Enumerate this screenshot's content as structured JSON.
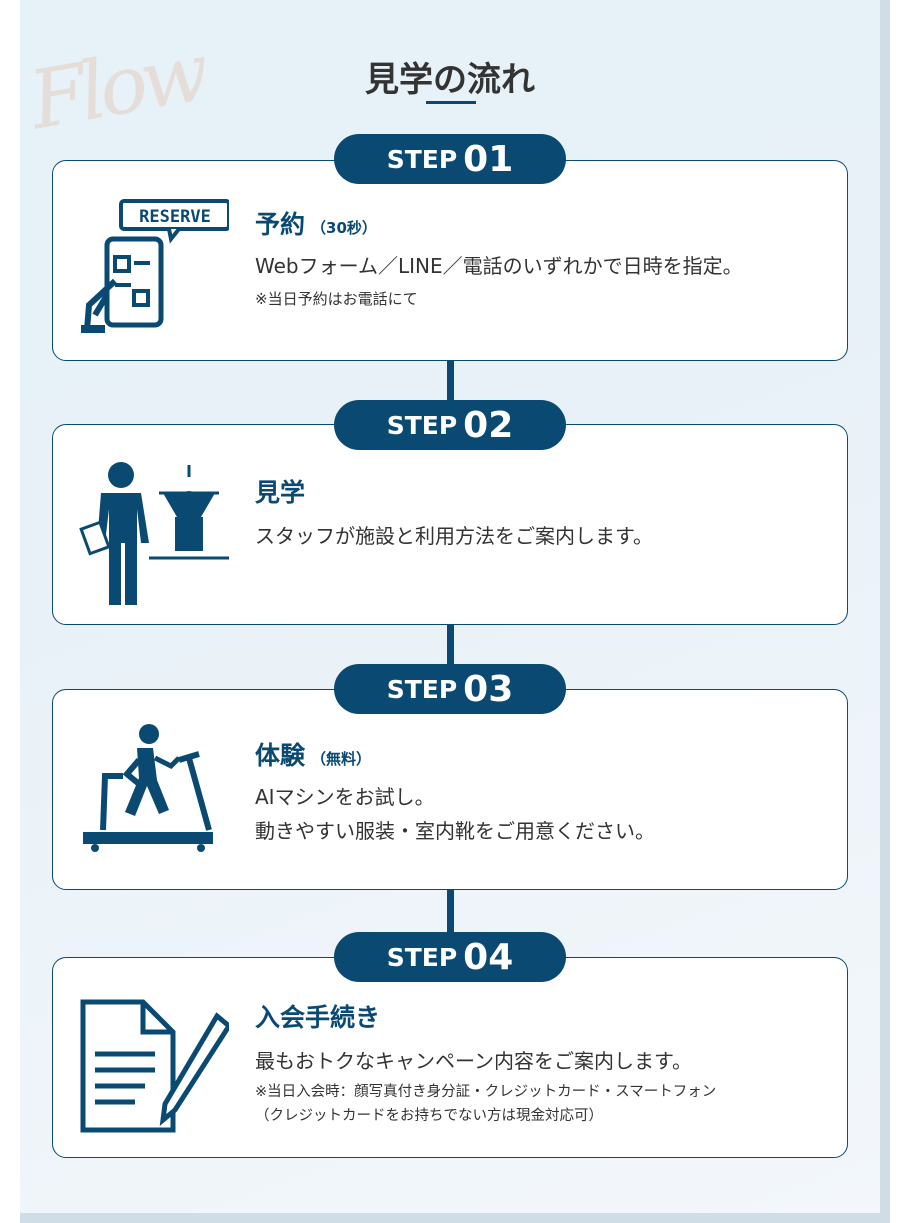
{
  "watermark": "Flow",
  "title": "見学の流れ",
  "steps": [
    {
      "step_label": "STEP",
      "number": "01",
      "heading": "予約",
      "heading_sub": "（30秒）",
      "icon_text": "RESERVE",
      "lines": [
        "Webフォーム／LINE／電話のいずれかで日時を指定。"
      ],
      "notes": [
        "※当日予約はお電話にて"
      ]
    },
    {
      "step_label": "STEP",
      "number": "02",
      "heading": "見学",
      "heading_sub": "",
      "lines": [
        "スタッフが施設と利用方法をご案内します。"
      ],
      "notes": []
    },
    {
      "step_label": "STEP",
      "number": "03",
      "heading": "体験",
      "heading_sub": "（無料）",
      "lines": [
        "AIマシンをお試し。",
        "動きやすい服装・室内靴をご用意ください。"
      ],
      "notes": []
    },
    {
      "step_label": "STEP",
      "number": "04",
      "heading": "入会手続き",
      "heading_sub": "",
      "lines": [
        "最もおトクなキャンペーン内容をご案内します。"
      ],
      "notes": [
        "※当日入会時：顔写真付き身分証・クレジットカード・スマートフォン",
        "（クレジットカードをお持ちでない方は現金対応可）"
      ]
    }
  ],
  "colors": {
    "accent": "#0a4a72"
  }
}
